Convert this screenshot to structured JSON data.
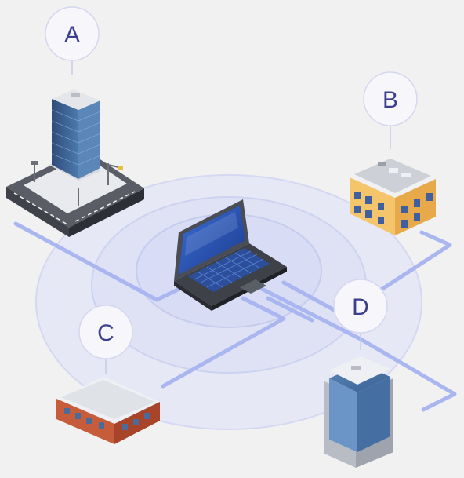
{
  "diagram": {
    "nodes": [
      {
        "id": "a",
        "label": "A",
        "building": "office-tower-on-city-block"
      },
      {
        "id": "b",
        "label": "B",
        "building": "low-rise-yellow-building"
      },
      {
        "id": "c",
        "label": "C",
        "building": "brick-building"
      },
      {
        "id": "d",
        "label": "D",
        "building": "blue-glass-tower"
      }
    ],
    "center_device": "laptop",
    "colors": {
      "background": "#f1f1f2",
      "ring_fill": "#e4e6f7",
      "ring_stroke": "#d0d4f2",
      "connector": "#a9b6f0",
      "label_circle_fill": "#f6f6fb",
      "label_circle_stroke": "#d5d7ee",
      "label_text": "#3b3f8c"
    }
  }
}
